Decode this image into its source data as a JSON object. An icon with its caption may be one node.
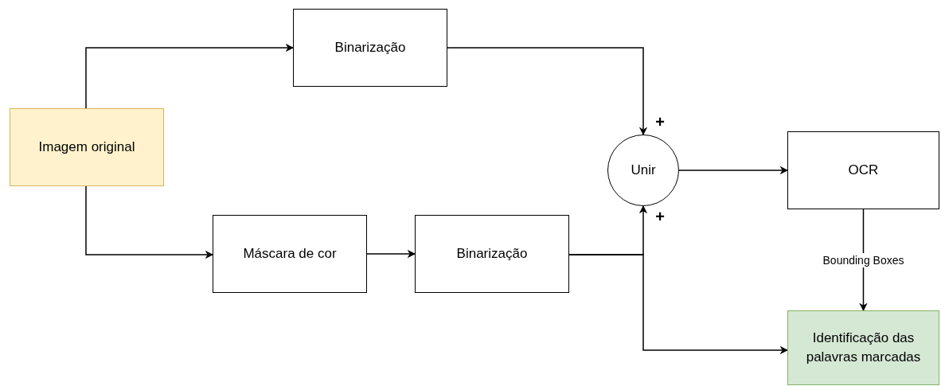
{
  "diagram": {
    "nodes": [
      {
        "text": [
          "Imagem original"
        ]
      },
      {
        "text": [
          "Binarização"
        ]
      },
      {
        "text": [
          "Máscara de cor"
        ]
      },
      {
        "text": [
          "Binarização"
        ]
      },
      {
        "text": [
          "Unir"
        ]
      },
      {
        "text": [
          "OCR"
        ]
      },
      {
        "text": [
          "Identificação das palavras marcadas"
        ]
      }
    ],
    "edges": [
      {
        "from": 0,
        "to": 1,
        "arrow": "to"
      },
      {
        "from": 0,
        "to": 2,
        "arrow": "to"
      },
      {
        "from": 2,
        "to": 3,
        "arrow": "to"
      },
      {
        "from": 1,
        "to": 4,
        "arrow": "to"
      },
      {
        "from": 3,
        "to": 4,
        "arrow": "to"
      },
      {
        "from": 3,
        "to": 6,
        "arrow": "to"
      },
      {
        "from": 4,
        "to": 5,
        "arrow": "to"
      },
      {
        "from": 5,
        "to": 6,
        "label": "Bounding Boxes",
        "arrow": "to"
      }
    ],
    "labels": [
      "+",
      "+"
    ]
  }
}
